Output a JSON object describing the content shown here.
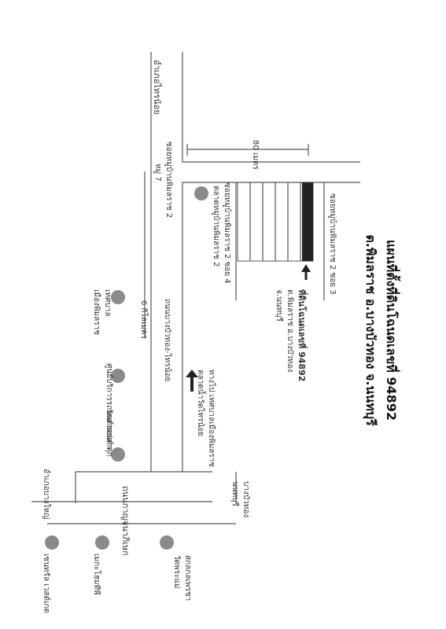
{
  "title": {
    "line1": "แผนที่ตั้งที่ดินโฉนดเลขที่ 94892",
    "line2": "ต.พิมลราช อ.บางบัวทอง จ.นนทบุรี"
  },
  "roads": {
    "kanchanaphisek": "ถนนกาญจนาภิเษก",
    "bang_bua_thong_sai_noi": "ถนนบางบัวทอง-ไทรน้อย",
    "soi_pimonrat_2": "ซอยหมู่บ้านพิมลราช 2",
    "soi_pimonrat_2_4": "ซอยหมู่บ้านพิมลราช 2 ซอย 4",
    "soi_pimonrat_2_3": "ซอยหมู่บ้านพิมลราช 2 ซอย 3"
  },
  "directions": {
    "sai_noi": "อำเภอไทรน้อย",
    "bang_yai": "อำเภอบางใหญ่",
    "bang_bua_thong": "บางบัวทอง",
    "nonthaburi": "นนทบุรี"
  },
  "distances": {
    "m80": "80 เมตร",
    "km6": "6 กิโลเมตร"
  },
  "labels": {
    "moo7": "หมู่ 7",
    "market": "ตลาดหมู่บ้านพิมลราช 2",
    "municipality_line1": "เทศบาล",
    "municipality_line2": "เมืองพิมลราช",
    "service_center": "ศูนย์บริการรถยนต์ฮอนด้า",
    "wat": "วัดลาดปลาดุก",
    "thepmuean_line1": "ทางไป เทศบาลเมืองพิมลราช",
    "thepmuean_line2": "ตลาดน้ำวัดไทรน้อย",
    "lotus_line1": "วัดพระแม่",
    "lotus_line2": "สกลกลเพรชา",
    "central": "เซนทรัล เวสต์เกต",
    "ikea": "เมกะโฮมทีพี",
    "land_line1": "ที่ดินโฉนดเลขที่ 94892",
    "land_line2": "ต.พิมลราช อ.บางบัวทอง",
    "land_line3": "จ.นนทบุรี"
  },
  "colors": {
    "plot": "#222222",
    "marker": "#8a8a8a",
    "arrow": "#222222"
  }
}
